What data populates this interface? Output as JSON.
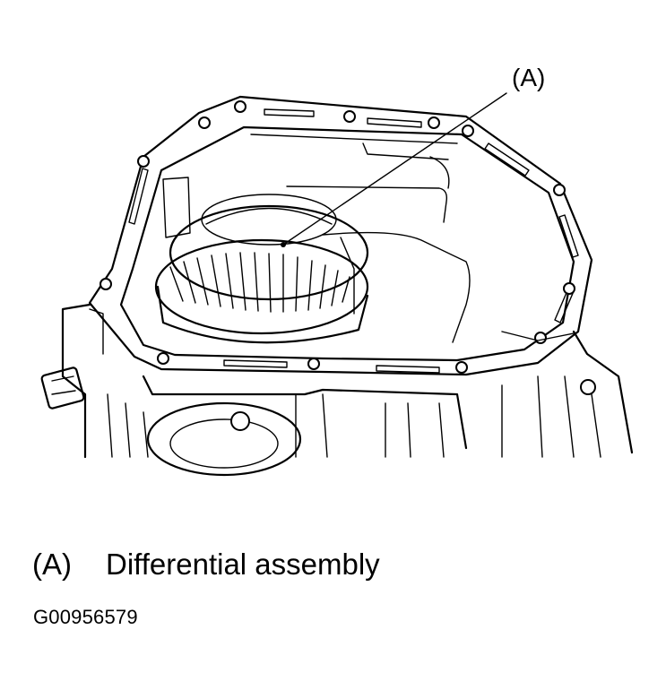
{
  "figure": {
    "callout_letter": "(A)"
  },
  "legend": {
    "key": "(A)",
    "description": "Differential assembly"
  },
  "figure_id": "G00956579"
}
